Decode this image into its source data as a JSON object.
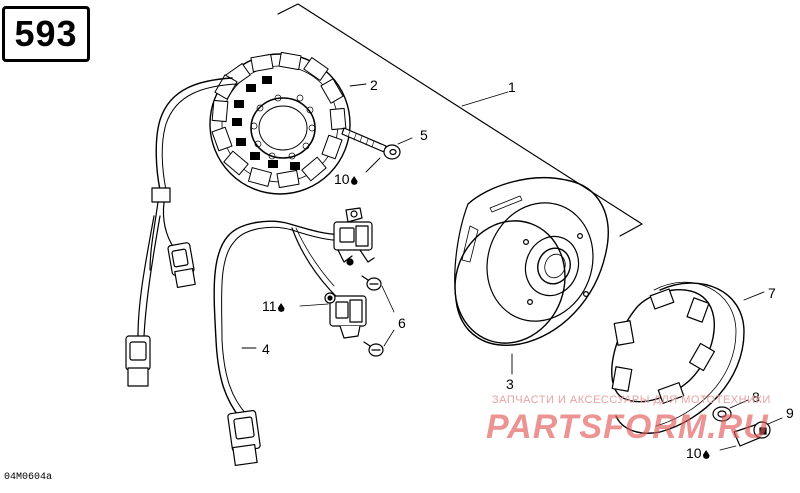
{
  "page_number": "593",
  "diagram_ref": "04M0604a",
  "callouts": [
    {
      "id": "1",
      "label": "1"
    },
    {
      "id": "2",
      "label": "2"
    },
    {
      "id": "3",
      "label": "3"
    },
    {
      "id": "4",
      "label": "4"
    },
    {
      "id": "5",
      "label": "5"
    },
    {
      "id": "6",
      "label": "6"
    },
    {
      "id": "7",
      "label": "7"
    },
    {
      "id": "8",
      "label": "8"
    },
    {
      "id": "9",
      "label": "9"
    }
  ],
  "lubricant_marks": {
    "stator_bolt": "10",
    "sensor_screw": "11",
    "flywheel_screw": "10"
  },
  "watermark": {
    "tagline": "ЗАПЧАСТИ И АКСЕССУАРЫ ДЛЯ МОТОТЕХНИКИ",
    "logo": "PARTSFORM.RU"
  },
  "colors": {
    "line": "#000000",
    "watermark_logo": "#e25a5a",
    "watermark_tagline": "#e8a2a2"
  }
}
